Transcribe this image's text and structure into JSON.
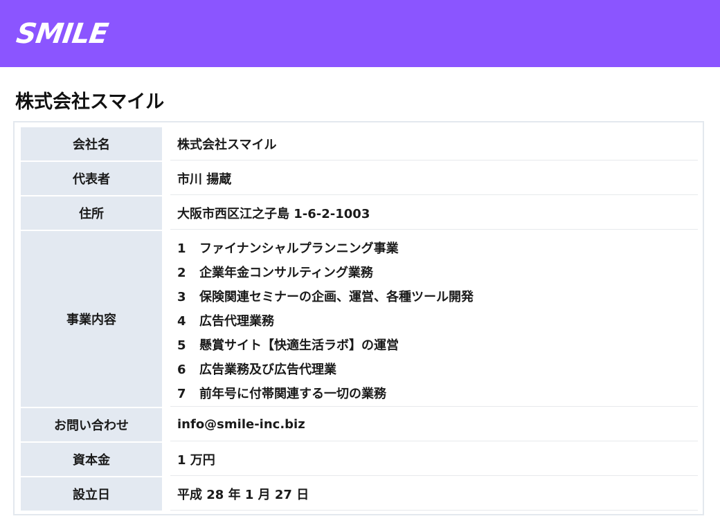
{
  "header": {
    "logo_text": "SMILE",
    "background_color": "#8b55ff"
  },
  "page_title": "株式会社スマイル",
  "profile": {
    "company_name": {
      "label": "会社名",
      "value": "株式会社スマイル"
    },
    "representative": {
      "label": "代表者",
      "value": "市川 揚蔵"
    },
    "address": {
      "label": "住所",
      "value": "大阪市西区江之子島 1-6-2-1003"
    },
    "business": {
      "label": "事業内容",
      "items": [
        {
          "num": "1",
          "text": "ファイナンシャルプランニング事業"
        },
        {
          "num": "2",
          "text": "企業年金コンサルティング業務"
        },
        {
          "num": "3",
          "text": "保険関連セミナーの企画、運営、各種ツール開発"
        },
        {
          "num": "4",
          "text": "広告代理業務"
        },
        {
          "num": "5",
          "text": "懸賞サイト【快適生活ラボ】の運営"
        },
        {
          "num": "6",
          "text": "広告業務及び広告代理業"
        },
        {
          "num": "7",
          "text": "前年号に付帯関連する一切の業務"
        }
      ]
    },
    "contact": {
      "label": "お問い合わせ",
      "value": "info@smile-inc.biz"
    },
    "capital": {
      "label": "資本金",
      "value": "1 万円"
    },
    "established": {
      "label": "設立日",
      "value": "平成 28 年 1 月 27 日"
    }
  }
}
